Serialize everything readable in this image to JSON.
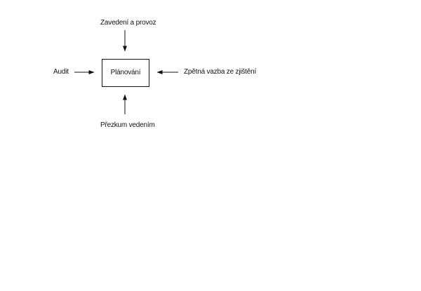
{
  "diagram": {
    "center": "Plánování",
    "top": "Zavedení a provoz",
    "left": "Audit",
    "right": "Zpětná vazba ze zjištění",
    "bottom": "Přezkum vedením"
  },
  "colors": {
    "stroke": "#111111",
    "text": "#111111",
    "background": "#ffffff"
  }
}
